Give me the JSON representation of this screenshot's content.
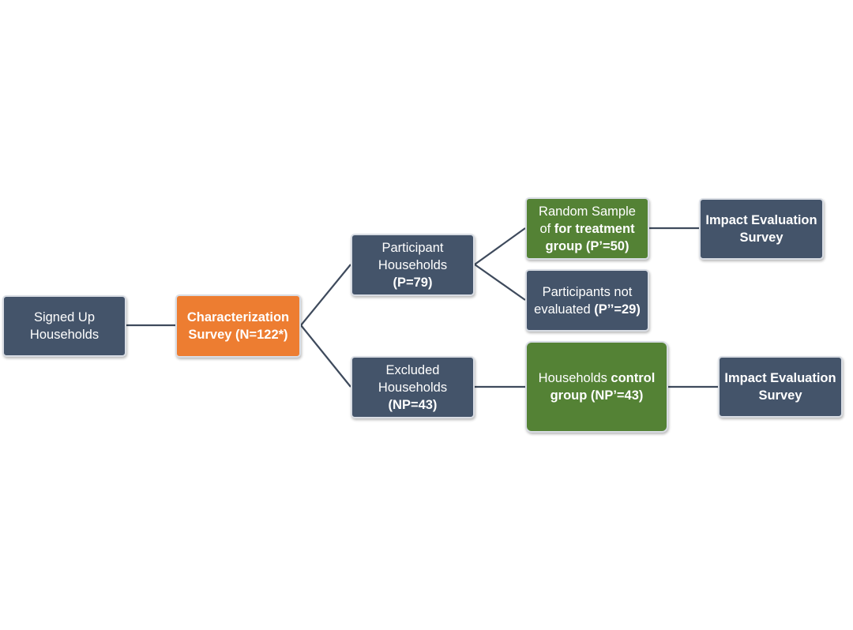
{
  "colors": {
    "slate": "#44546a",
    "orange": "#ed7d31",
    "green": "#548235",
    "connector": "#3e4a5c"
  },
  "nodes": {
    "signed_up": {
      "line1": "Signed Up",
      "line2": "Households"
    },
    "characterization": {
      "line1": "Characterization",
      "line2": "Survey (N=122*)"
    },
    "participant": {
      "line1": "Participant",
      "line2": "Households",
      "line3": "(P=79)"
    },
    "excluded": {
      "line1": "Excluded",
      "line2": "Households",
      "line3": "(NP=43)"
    },
    "random_sample": {
      "line1": "Random Sample",
      "line2_regular": "of ",
      "line2_bold": "for treatment",
      "line3": "group (P’=50)"
    },
    "not_evaluated": {
      "line1": "Participants not",
      "line2_regular": "evaluated ",
      "line2_bold": "(P’’=29)"
    },
    "control": {
      "line1_regular": "Households ",
      "line1_bold": "control",
      "line2": "group (NP’=43)"
    },
    "impact_treatment": {
      "line1": "Impact Evaluation",
      "line2": "Survey"
    },
    "impact_control": {
      "line1": "Impact Evaluation",
      "line2": "Survey"
    }
  }
}
